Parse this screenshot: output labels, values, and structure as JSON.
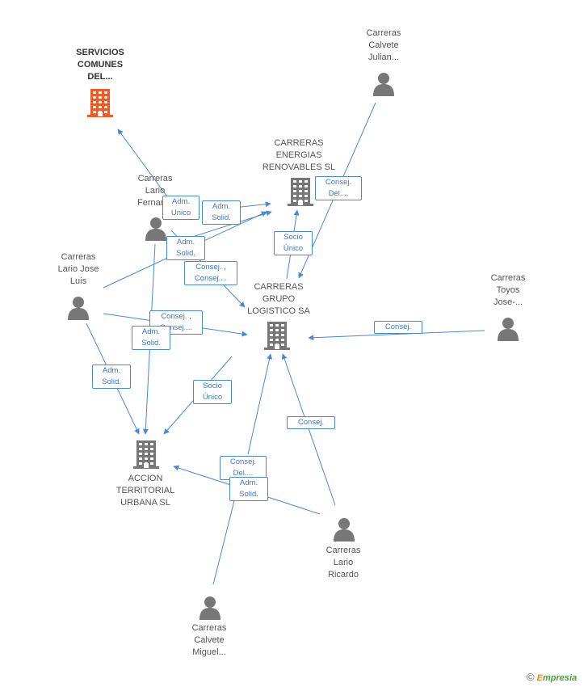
{
  "colors": {
    "edge": "#4a87d8",
    "company": "#777777",
    "company_highlight": "#f05a28",
    "person": "#777777"
  },
  "nodes": [
    {
      "id": "servicios",
      "type": "company",
      "highlight": true,
      "label": "SERVICIOS\nCOMUNES\nDEL...",
      "bold": true
    },
    {
      "id": "energias",
      "type": "company",
      "label": "CARRERAS\nENERGIAS\nRENOVABLES SL"
    },
    {
      "id": "grupo",
      "type": "company",
      "label": "CARRERAS\nGRUPO\nLOGISTICO SA"
    },
    {
      "id": "accion",
      "type": "company",
      "label": "ACCION\nTERRITORIAL\nURBANA SL"
    },
    {
      "id": "julian",
      "type": "person",
      "label": "Carreras\nCalvete\nJulian..."
    },
    {
      "id": "fernando",
      "type": "person",
      "label": "Carreras\nLario\nFernan..."
    },
    {
      "id": "luis",
      "type": "person",
      "label": "Carreras\nLario Jose\nLuis"
    },
    {
      "id": "toyos",
      "type": "person",
      "label": "Carreras\nToyos\nJose-..."
    },
    {
      "id": "ricardo",
      "type": "person",
      "label": "Carreras\nLario\nRicardo"
    },
    {
      "id": "miguel",
      "type": "person",
      "label": "Carreras\nCalvete\nMiguel..."
    }
  ],
  "edges": [
    {
      "label": "Adm.\nUnico"
    },
    {
      "label": "Adm.\nSolid."
    },
    {
      "label": "Adm.\nSolid."
    },
    {
      "label": "Consej. ,\nConsej...."
    },
    {
      "label": "Consej. ,\nConsej...."
    },
    {
      "label": "Adm.\nSolid."
    },
    {
      "label": "Adm.\nSolid."
    },
    {
      "label": "Consej.\nDel...."
    },
    {
      "label": "Socio\nÚnico"
    },
    {
      "label": "Consej."
    },
    {
      "label": "Socio\nÚnico"
    },
    {
      "label": "Consej."
    },
    {
      "label": "Consej.\nDel...."
    },
    {
      "label": "Adm.\nSolid."
    }
  ],
  "footer": {
    "copyright": "©",
    "brand_first": "E",
    "brand_rest": "mpresia"
  }
}
